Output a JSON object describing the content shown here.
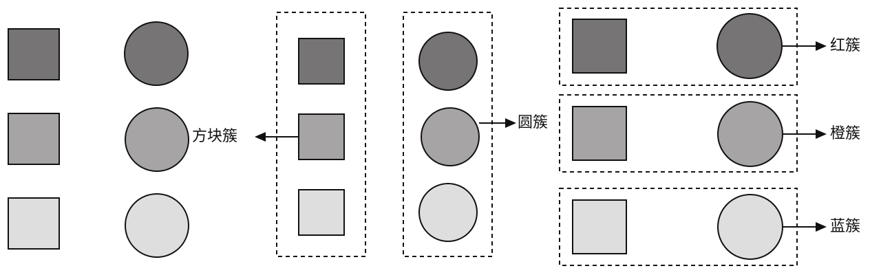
{
  "colors": {
    "dark": "#767474",
    "medium": "#a6a4a4",
    "light": "#dedede",
    "stroke": "#111111"
  },
  "labels": {
    "square_cluster": "方块簇",
    "circle_cluster": "圆簇",
    "red_cluster": "红簇",
    "orange_cluster": "橙簇",
    "blue_cluster": "蓝簇"
  }
}
